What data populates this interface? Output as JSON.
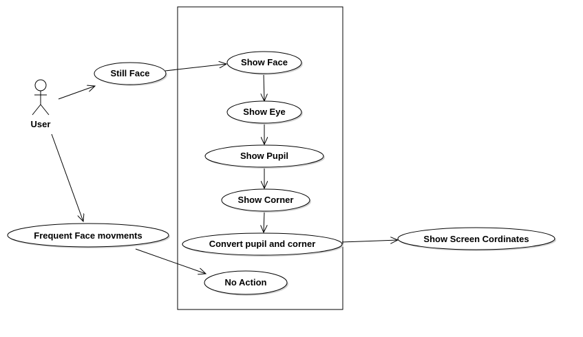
{
  "actor": {
    "label": "User"
  },
  "usecases": {
    "still_face": "Still Face",
    "show_face": "Show Face",
    "show_eye": "Show Eye",
    "show_pupil": "Show Pupil",
    "show_corner": "Show Corner",
    "convert": "Convert pupil and corner",
    "no_action": "No Action",
    "frequent": "Frequent Face movments",
    "screen_coords": "Show Screen Cordinates"
  },
  "colors": {
    "stroke": "#000000",
    "fill": "#ffffff",
    "shadow": "#d0d0d0"
  }
}
